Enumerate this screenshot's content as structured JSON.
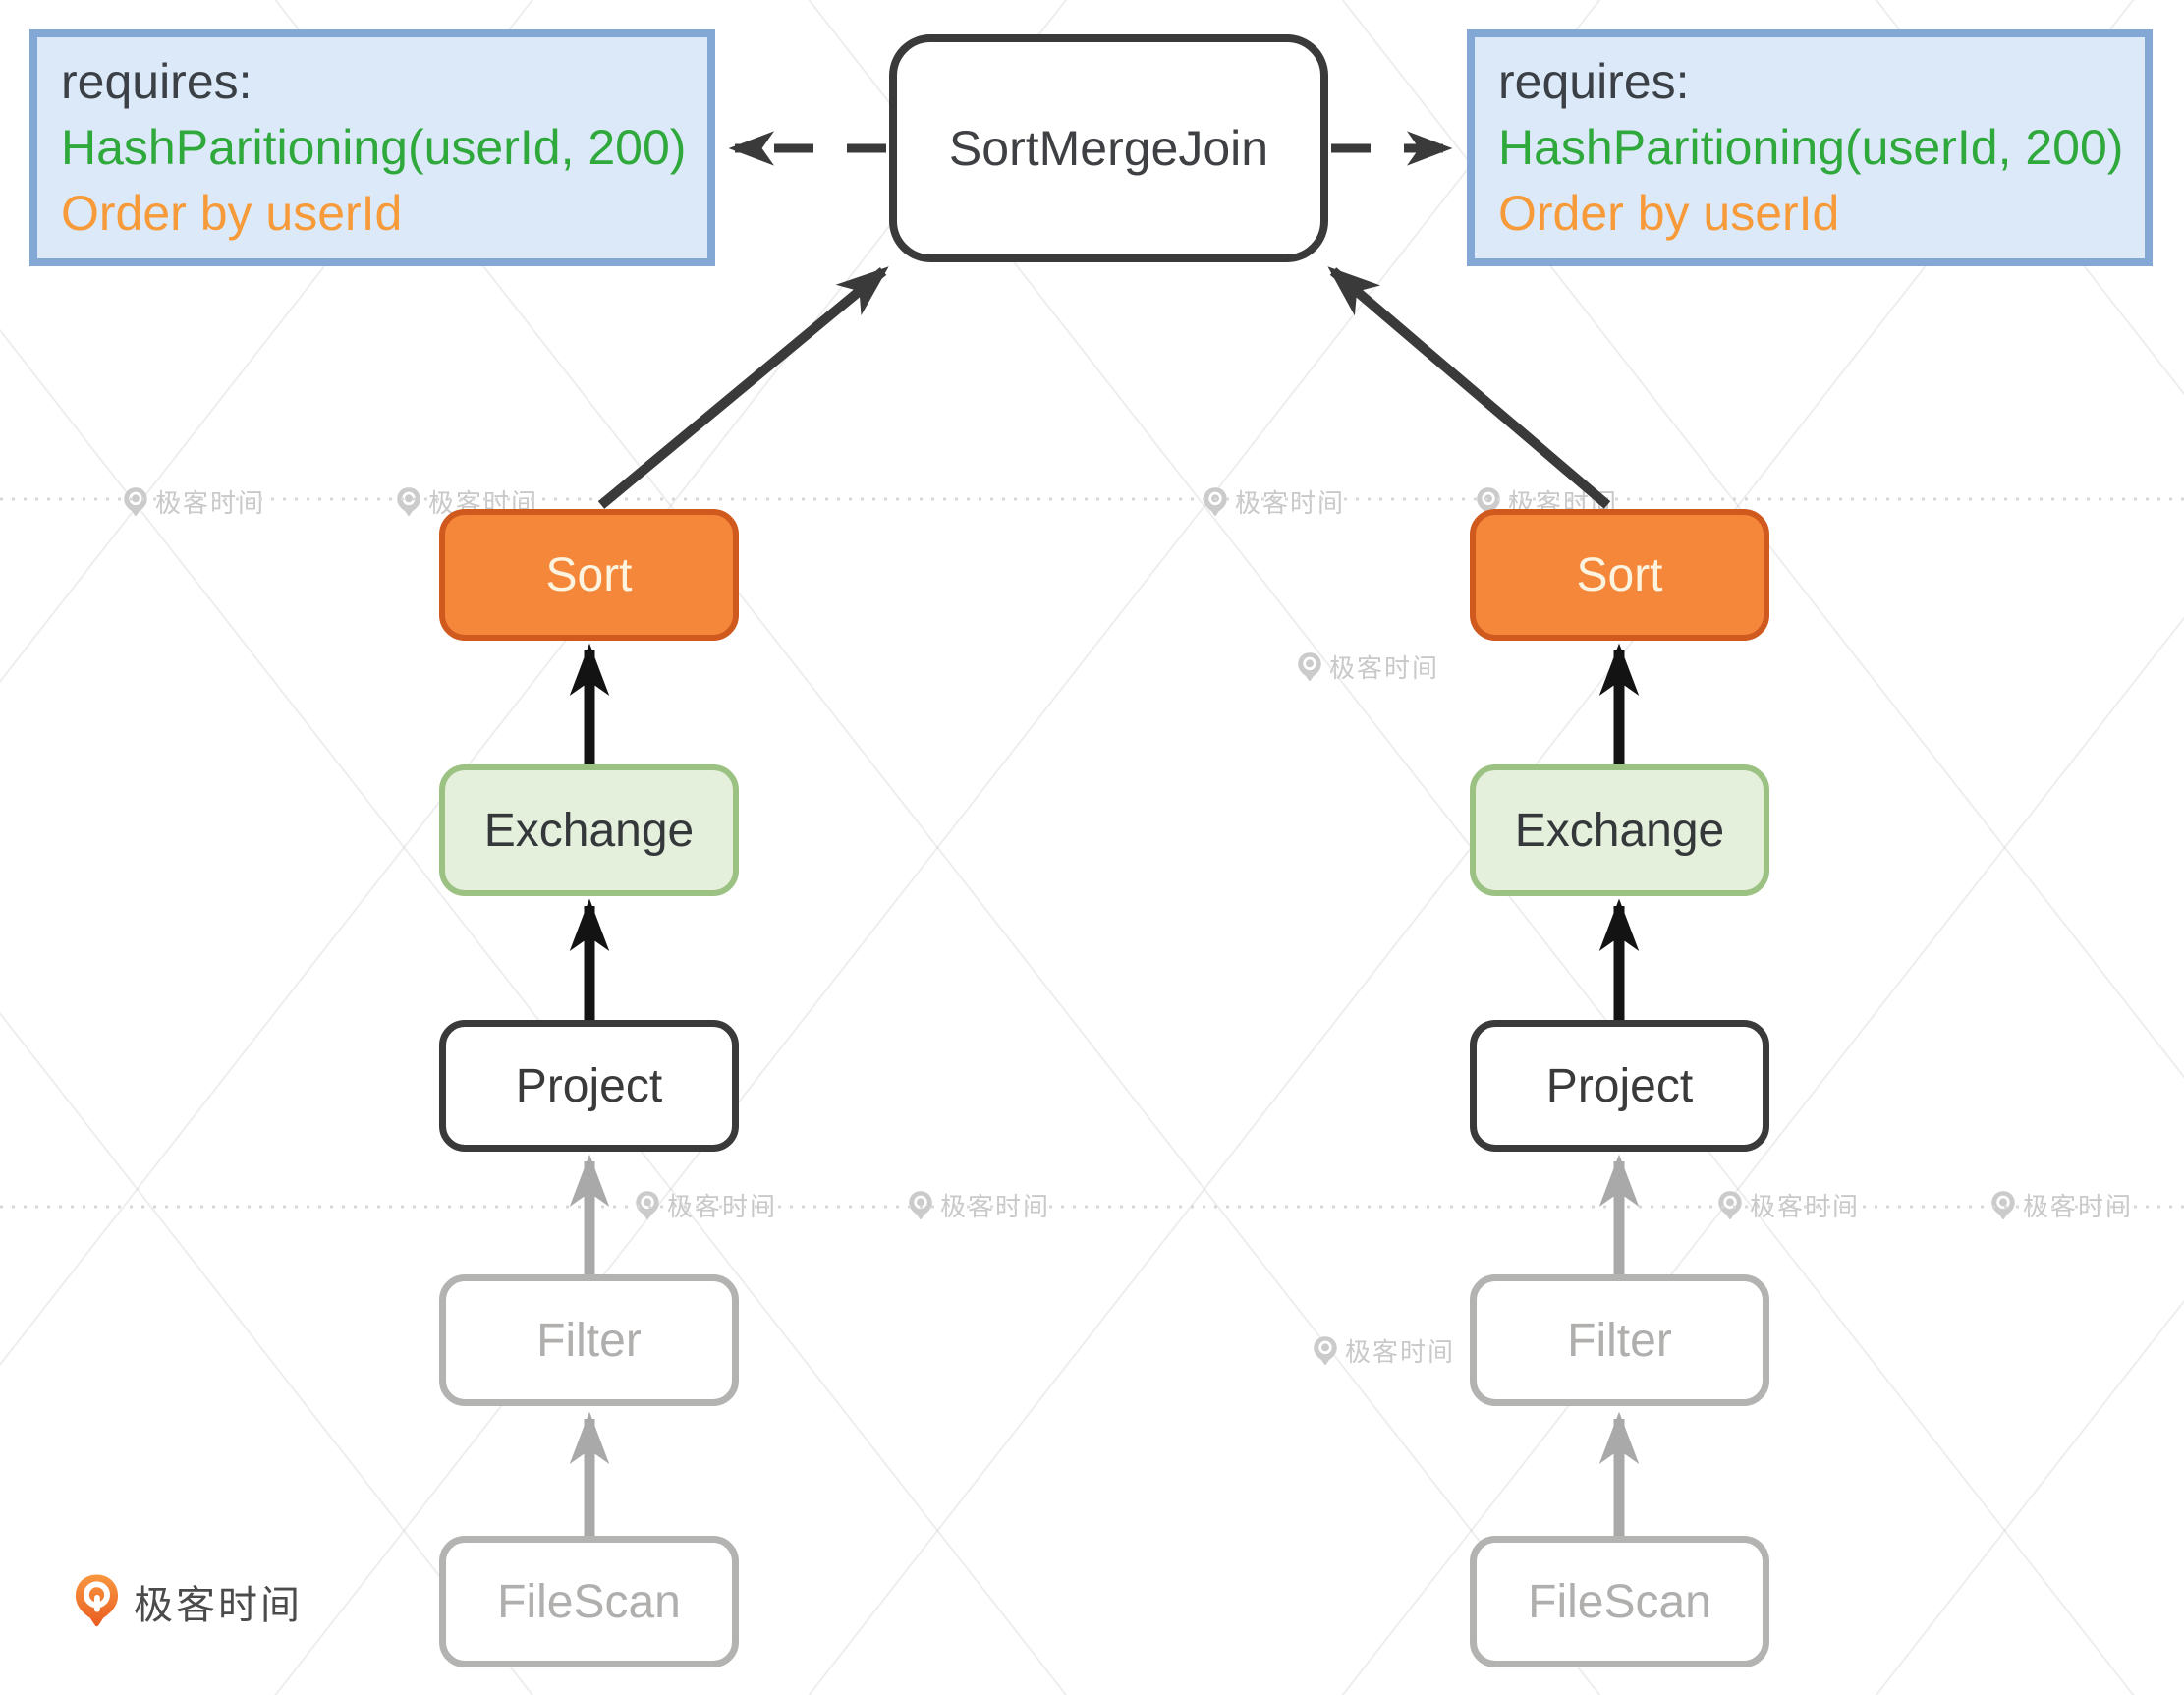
{
  "join_node": {
    "label": "SortMergeJoin"
  },
  "requirement_notes": {
    "left": {
      "title": "requires:",
      "hash_line": "HashParitioning(userId, 200)",
      "order_line": "Order by userId"
    },
    "right": {
      "title": "requires:",
      "hash_line": "HashParitioning(userId, 200)",
      "order_line": "Order by userId"
    }
  },
  "plans": {
    "left": {
      "nodes": [
        "Sort",
        "Exchange",
        "Project",
        "Filter",
        "FileScan"
      ]
    },
    "right": {
      "nodes": [
        "Sort",
        "Exchange",
        "Project",
        "Filter",
        "FileScan"
      ]
    }
  },
  "watermark": {
    "text": "极客时间"
  },
  "brand": {
    "name": "极客时间"
  },
  "colors": {
    "sort_fill": "#f5873b",
    "sort_border": "#d0591e",
    "exchange_fill": "#e4efdc",
    "exchange_border": "#9cc283",
    "note_fill": "#dce9f8",
    "note_border": "#84a8d6",
    "requires_green": "#2fa83c",
    "requires_orange": "#f79b3a",
    "ink": "#3a3a3a",
    "muted_gray": "#b3b3b2",
    "watermark_gray": "#c9c9c9",
    "brand_orange": "#ee7031"
  }
}
